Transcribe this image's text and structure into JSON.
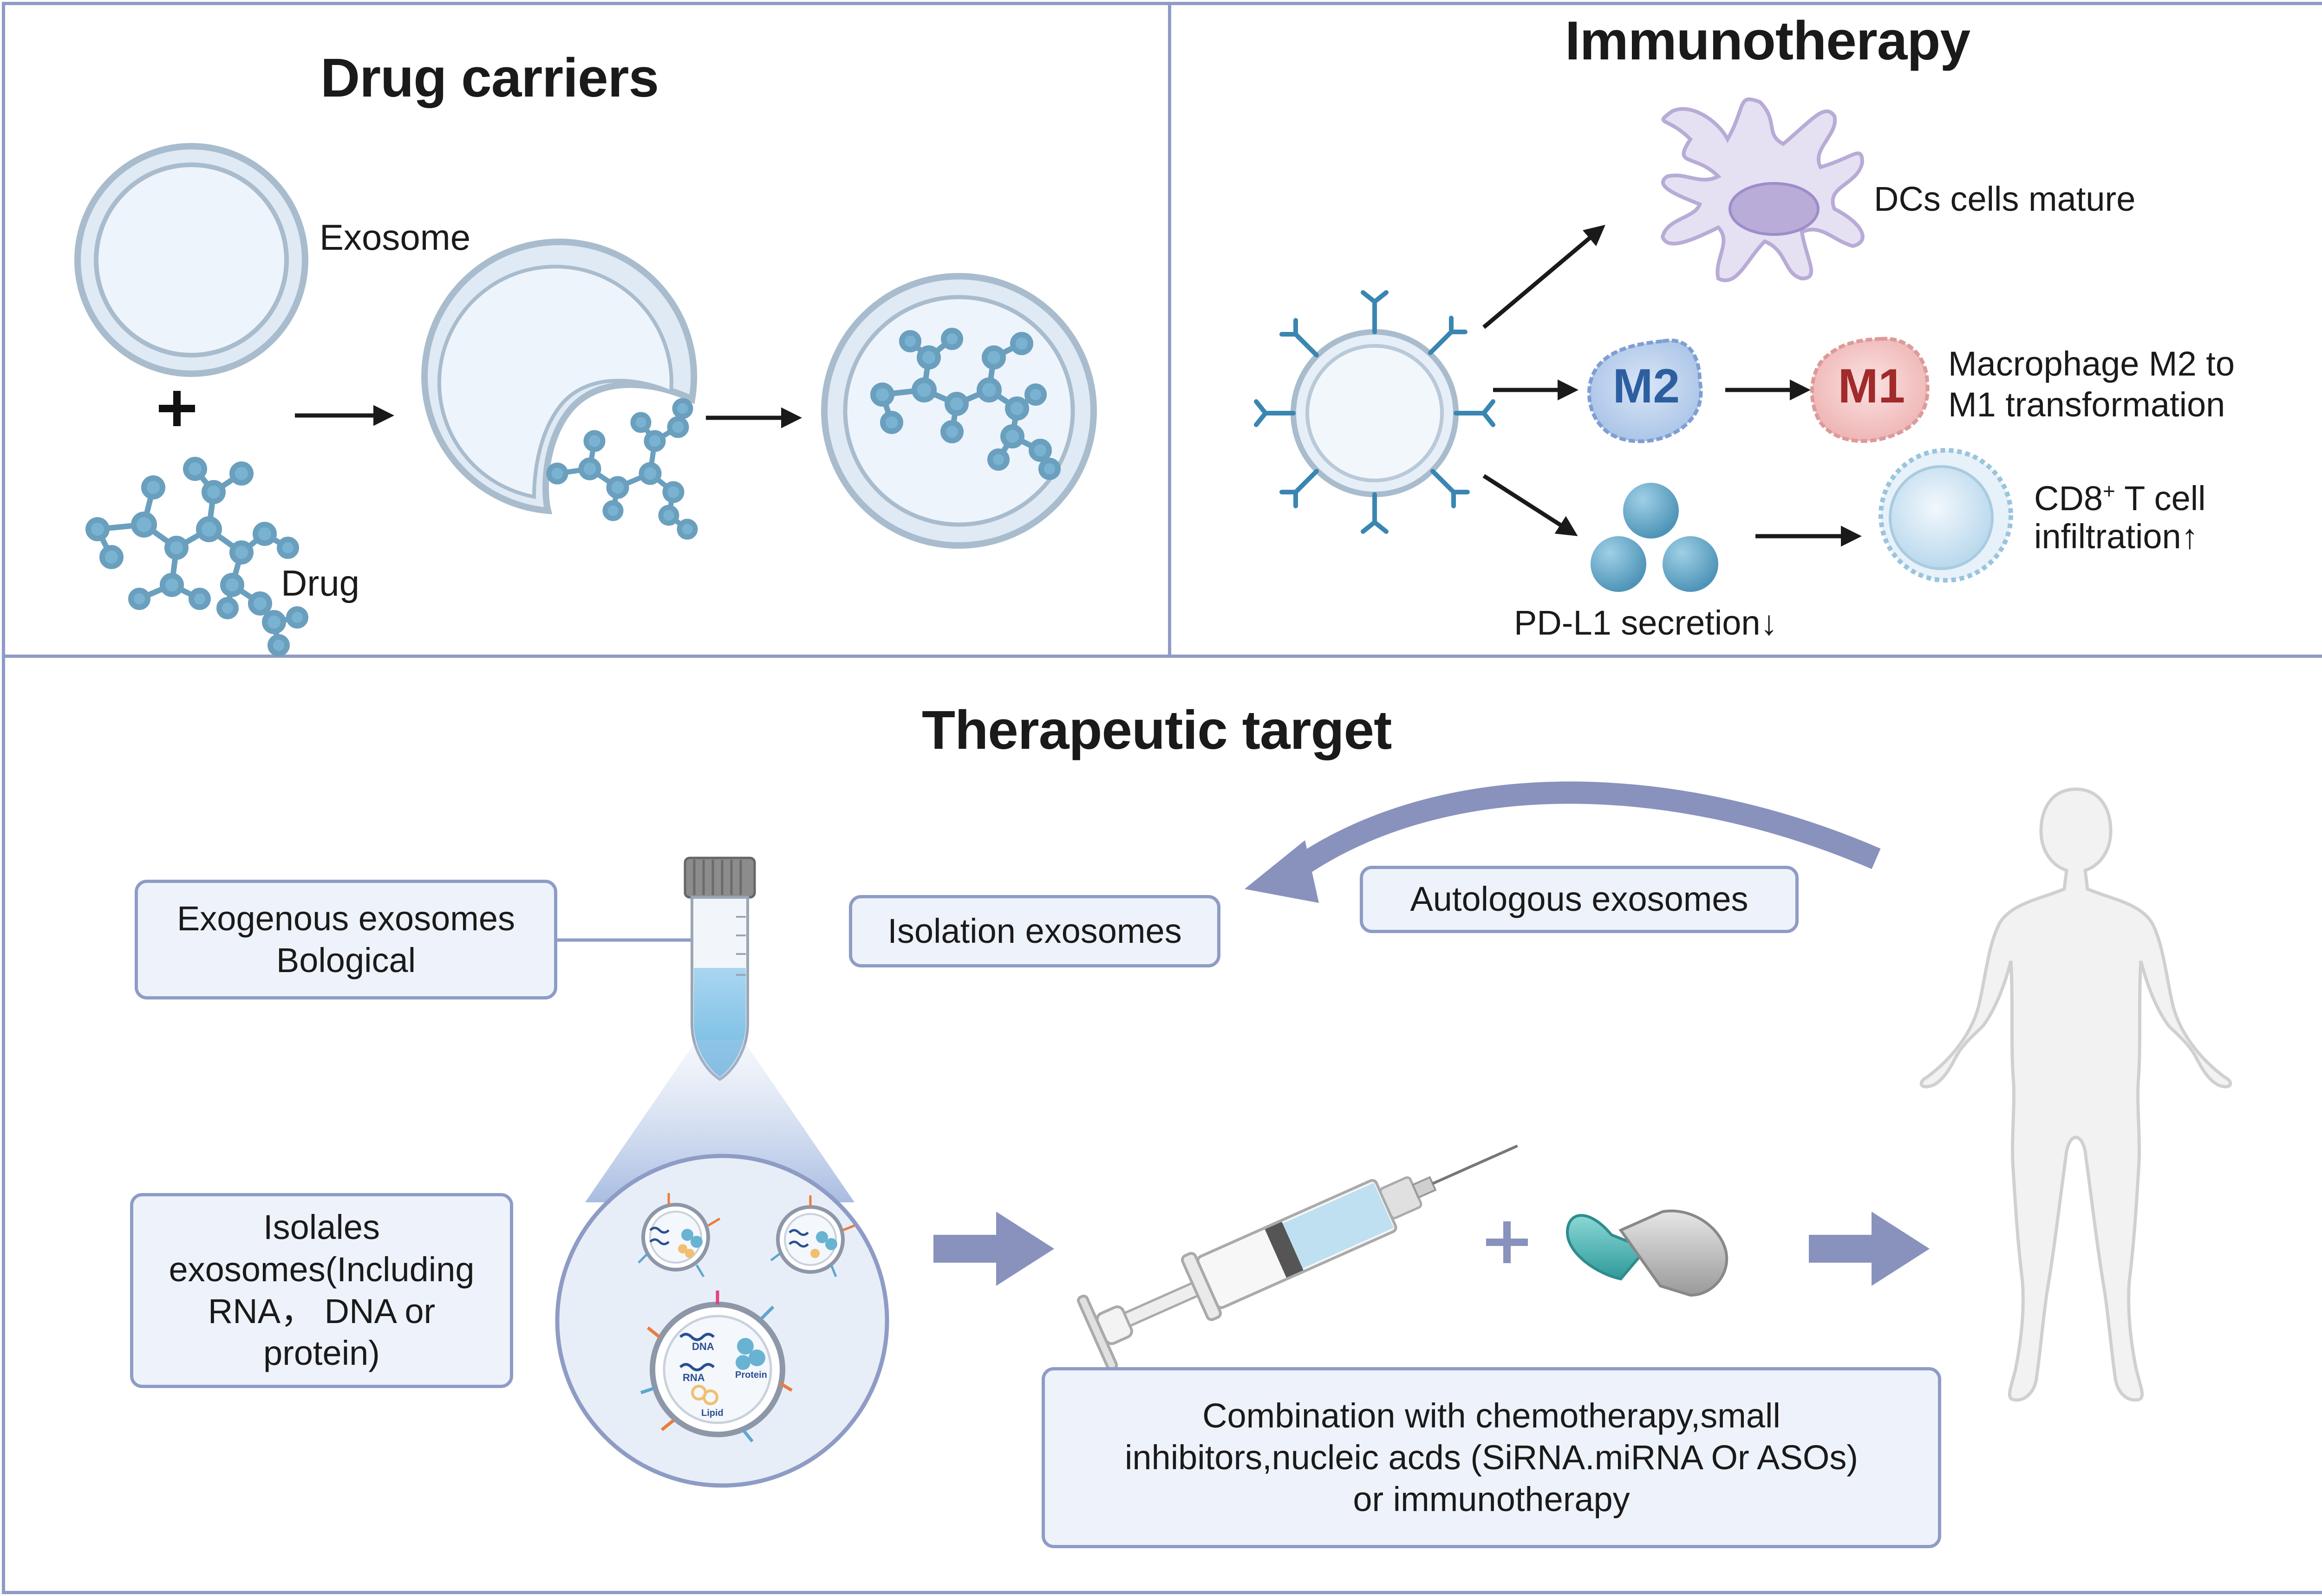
{
  "panels": {
    "drug_carriers": {
      "title": "Drug carriers",
      "exosome_label": "Exosome",
      "plus": "+",
      "drug_label": "Drug"
    },
    "immunotherapy": {
      "title": "Immunotherapy",
      "dcs_label": "DCs cells mature",
      "m2": "M2",
      "m1": "M1",
      "macrophage_line1": "Macrophage M2 to",
      "macrophage_line2": "M1 transformation",
      "cd8_prefix": "CD8",
      "cd8_sup": "+",
      "cd8_suffix": " T cell",
      "cd8_line2": "infiltration↑",
      "pdl1_label": "PD-L1 secretion↓"
    },
    "therapeutic_target": {
      "title": "Therapeutic target",
      "exogenous_line1": "Exogenous exosomes",
      "exogenous_line2": "Bological",
      "isolation": "Isolation exosomes",
      "autologous": "Autologous exosomes",
      "isolales_line1": "Isolales",
      "isolales_line2": "exosomes(Including",
      "isolales_line3": "RNA， DNA or",
      "isolales_line4": "protein)",
      "combo_line1": "Combination with chemotherapy,small",
      "combo_line2": "inhibitors,nucleic acds (SiRNA.miRNA Or ASOs)",
      "combo_line3": "or immunotherapy",
      "plus": "+",
      "dna": "DNA",
      "rna": "RNA",
      "protein": "Protein",
      "lipid": "Lipid"
    }
  },
  "colors": {
    "border": "#8e9cc5",
    "box_fill": "#eef2fa",
    "molecule": "#6fa8c8",
    "exosome_fill": "#e9f1f9",
    "exosome_ring": "#a9bccd",
    "m2_text": "#2d5fa0",
    "m1_text": "#a12a2a",
    "big_arrow": "#8892bd",
    "capsule_teal": "#49b4b4"
  }
}
